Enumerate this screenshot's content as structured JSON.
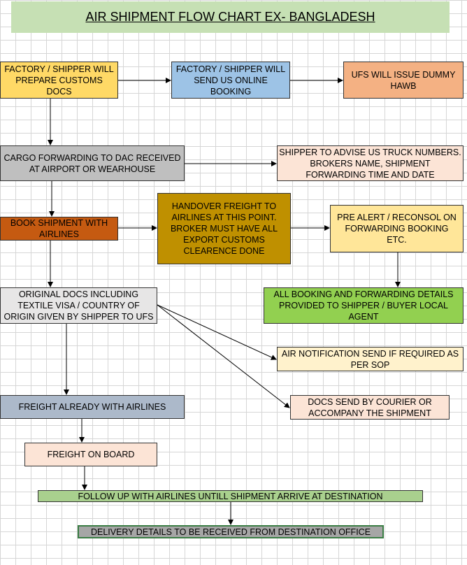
{
  "title": "AIR SHIPMENT FLOW CHART EX- BANGLADESH",
  "nodes": {
    "factory_prepare": "FACTORY / SHIPPER WILL PREPARE CUSTOMS DOCS",
    "online_booking": "FACTORY / SHIPPER WILL SEND US ONLINE BOOKING",
    "dummy_hawb": "UFS WILL ISSUE DUMMY HAWB",
    "cargo_forwarding": "CARGO FORWARDING TO DAC RECEIVED AT AIRPORT OR WEARHOUSE",
    "shipper_advise": "SHIPPER TO ADVISE US TRUCK NUMBERS. BROKERS NAME, SHIPMENT FORWARDING TIME AND DATE",
    "book_shipment": "BOOK SHIPMENT WITH AIRLINES",
    "handover_freight": "HANDOVER FREIGHT TO AIRLINES AT THIS POINT. BROKER MUST HAVE ALL EXPORT CUSTOMS CLEARENCE DONE",
    "pre_alert": "PRE ALERT / RECONSOL ON FORWARDING BOOKING ETC.",
    "booking_details": "ALL BOOKING AND FORWARDING DETAILS PROVIDED TO SHIPPER / BUYER LOCAL AGENT",
    "original_docs": "ORIGINAL DOCS INCLUDING TEXTILE VISA / COUNTRY OF ORIGIN GIVEN BY SHIPPER TO UFS",
    "air_notification": "AIR NOTIFICATION SEND IF REQUIRED AS PER SOP",
    "docs_courier": "DOCS SEND BY COURIER OR ACCOMPANY THE SHIPMENT",
    "freight_with_airlines": "FREIGHT ALREADY WITH AIRLINES",
    "freight_on_board": "FREIGHT ON BOARD",
    "follow_up": "FOLLOW UP WITH AIRLINES UNTILL SHIPMENT ARRIVE AT DESTINATION",
    "delivery_details": "DELIVERY DETAILS TO BE RECEIVED FROM DESTINATION OFFICE"
  },
  "colors": {
    "title_bg": "#c6e0b4",
    "yellow": "#ffd966",
    "blue": "#9dc3e6",
    "salmon": "#f4b183",
    "gray": "#bfbfbf",
    "peach_light": "#fce4d6",
    "rust": "#c55a11",
    "dark_gold": "#bf9000",
    "light_yellow": "#ffe699",
    "green": "#92d050",
    "pale_gray": "#e7e6e6",
    "cream": "#fff2cc",
    "slate": "#acb9ca",
    "green_bar": "#a9d08e"
  }
}
